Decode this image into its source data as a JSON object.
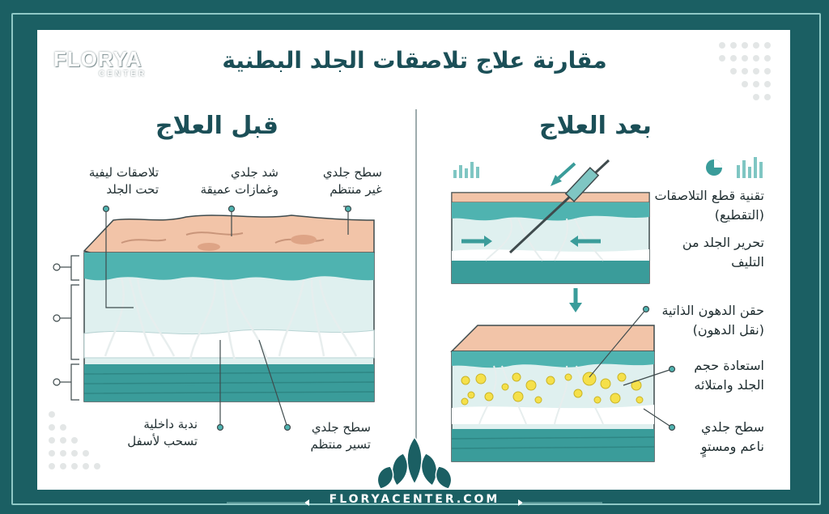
{
  "brand": {
    "logo": "FLORYA",
    "logo_sub": "CENTER",
    "website": "FLORYACENTER.COM"
  },
  "title": "مقارنة علاج تلاصقات الجلد البطنية",
  "before": {
    "title": "قبل العلاج",
    "labels": {
      "surface_irregular": [
        "سطح جلدي",
        "غير منتظم"
      ],
      "skin_pull": [
        "شد جلدي",
        "وغمازات عميقة"
      ],
      "fibrous_adhesions": [
        "تلاصقات ليفية",
        "تحت الجلد"
      ],
      "internal_scar": [
        "ندبة داخلية",
        "تسحب لأسفل"
      ],
      "surface_regular": [
        "سطح جلدي",
        "تسير منتظم"
      ]
    }
  },
  "after": {
    "title": "بعد العلاج",
    "labels": {
      "subcision": [
        "تقنية قطع التلاصقات",
        "(التقطيع)"
      ],
      "release": [
        "تحرير الجلد من",
        "التليف"
      ],
      "fat_injection": [
        "حقن الدهون الذاتية",
        "(نقل الدهون)"
      ],
      "volume_restore": [
        "استعادة حجم",
        "الجلد وامتلائه"
      ],
      "smooth_surface": [
        "سطح جلدي",
        "ناعم ومستوٍ"
      ]
    }
  },
  "colors": {
    "background": "#1b5f63",
    "title": "#1b4f57",
    "skin": "#f2c4a8",
    "dermis": "#4fb3b0",
    "subcutis": "#dff0ef",
    "muscle": "#3a9c9a",
    "fat": "#f5e04a"
  }
}
